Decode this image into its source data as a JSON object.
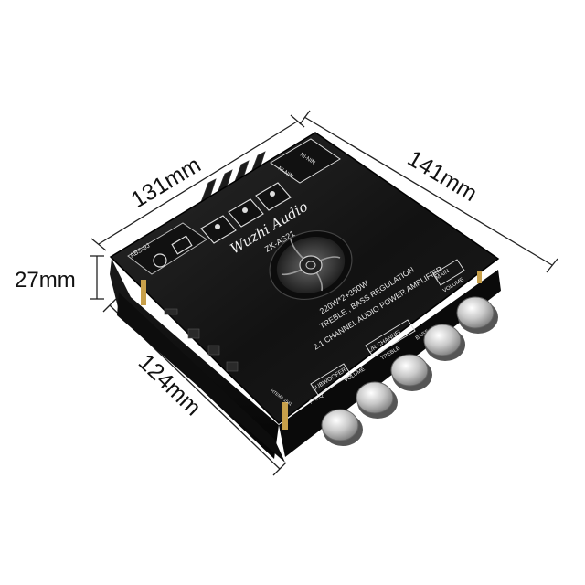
{
  "dimensions": {
    "top_left": "131mm",
    "top_right": "141mm",
    "height": "27mm",
    "bottom_left": "124mm"
  },
  "board": {
    "brand": "Wuzhi Audio",
    "model": "ZK-AS21",
    "power": "220W*2+350W",
    "line1": "TREBLE , BASS REGULATION",
    "line2": "2.1 CHANNEL AUDIO POWER AMPLIFIER",
    "sub_label": "SUBWOOFER",
    "freq_label": "FREQ",
    "volume_label": "VOLUME",
    "lr_label": "L/R CHANNEL",
    "treble_label": "TREBLE",
    "bass_label": "BASS",
    "main_label": "MAIN",
    "main_volume_label": "VOLUME",
    "abs_label": "ABS-9J",
    "ni_label_a": "NI-NIN",
    "ni_label_b": "NI-NIN",
    "small_label": "HTEMA-1541"
  },
  "colors": {
    "board": "#141414",
    "edge": "#050505",
    "knob": "#d8d8d8",
    "line": "#222222"
  }
}
